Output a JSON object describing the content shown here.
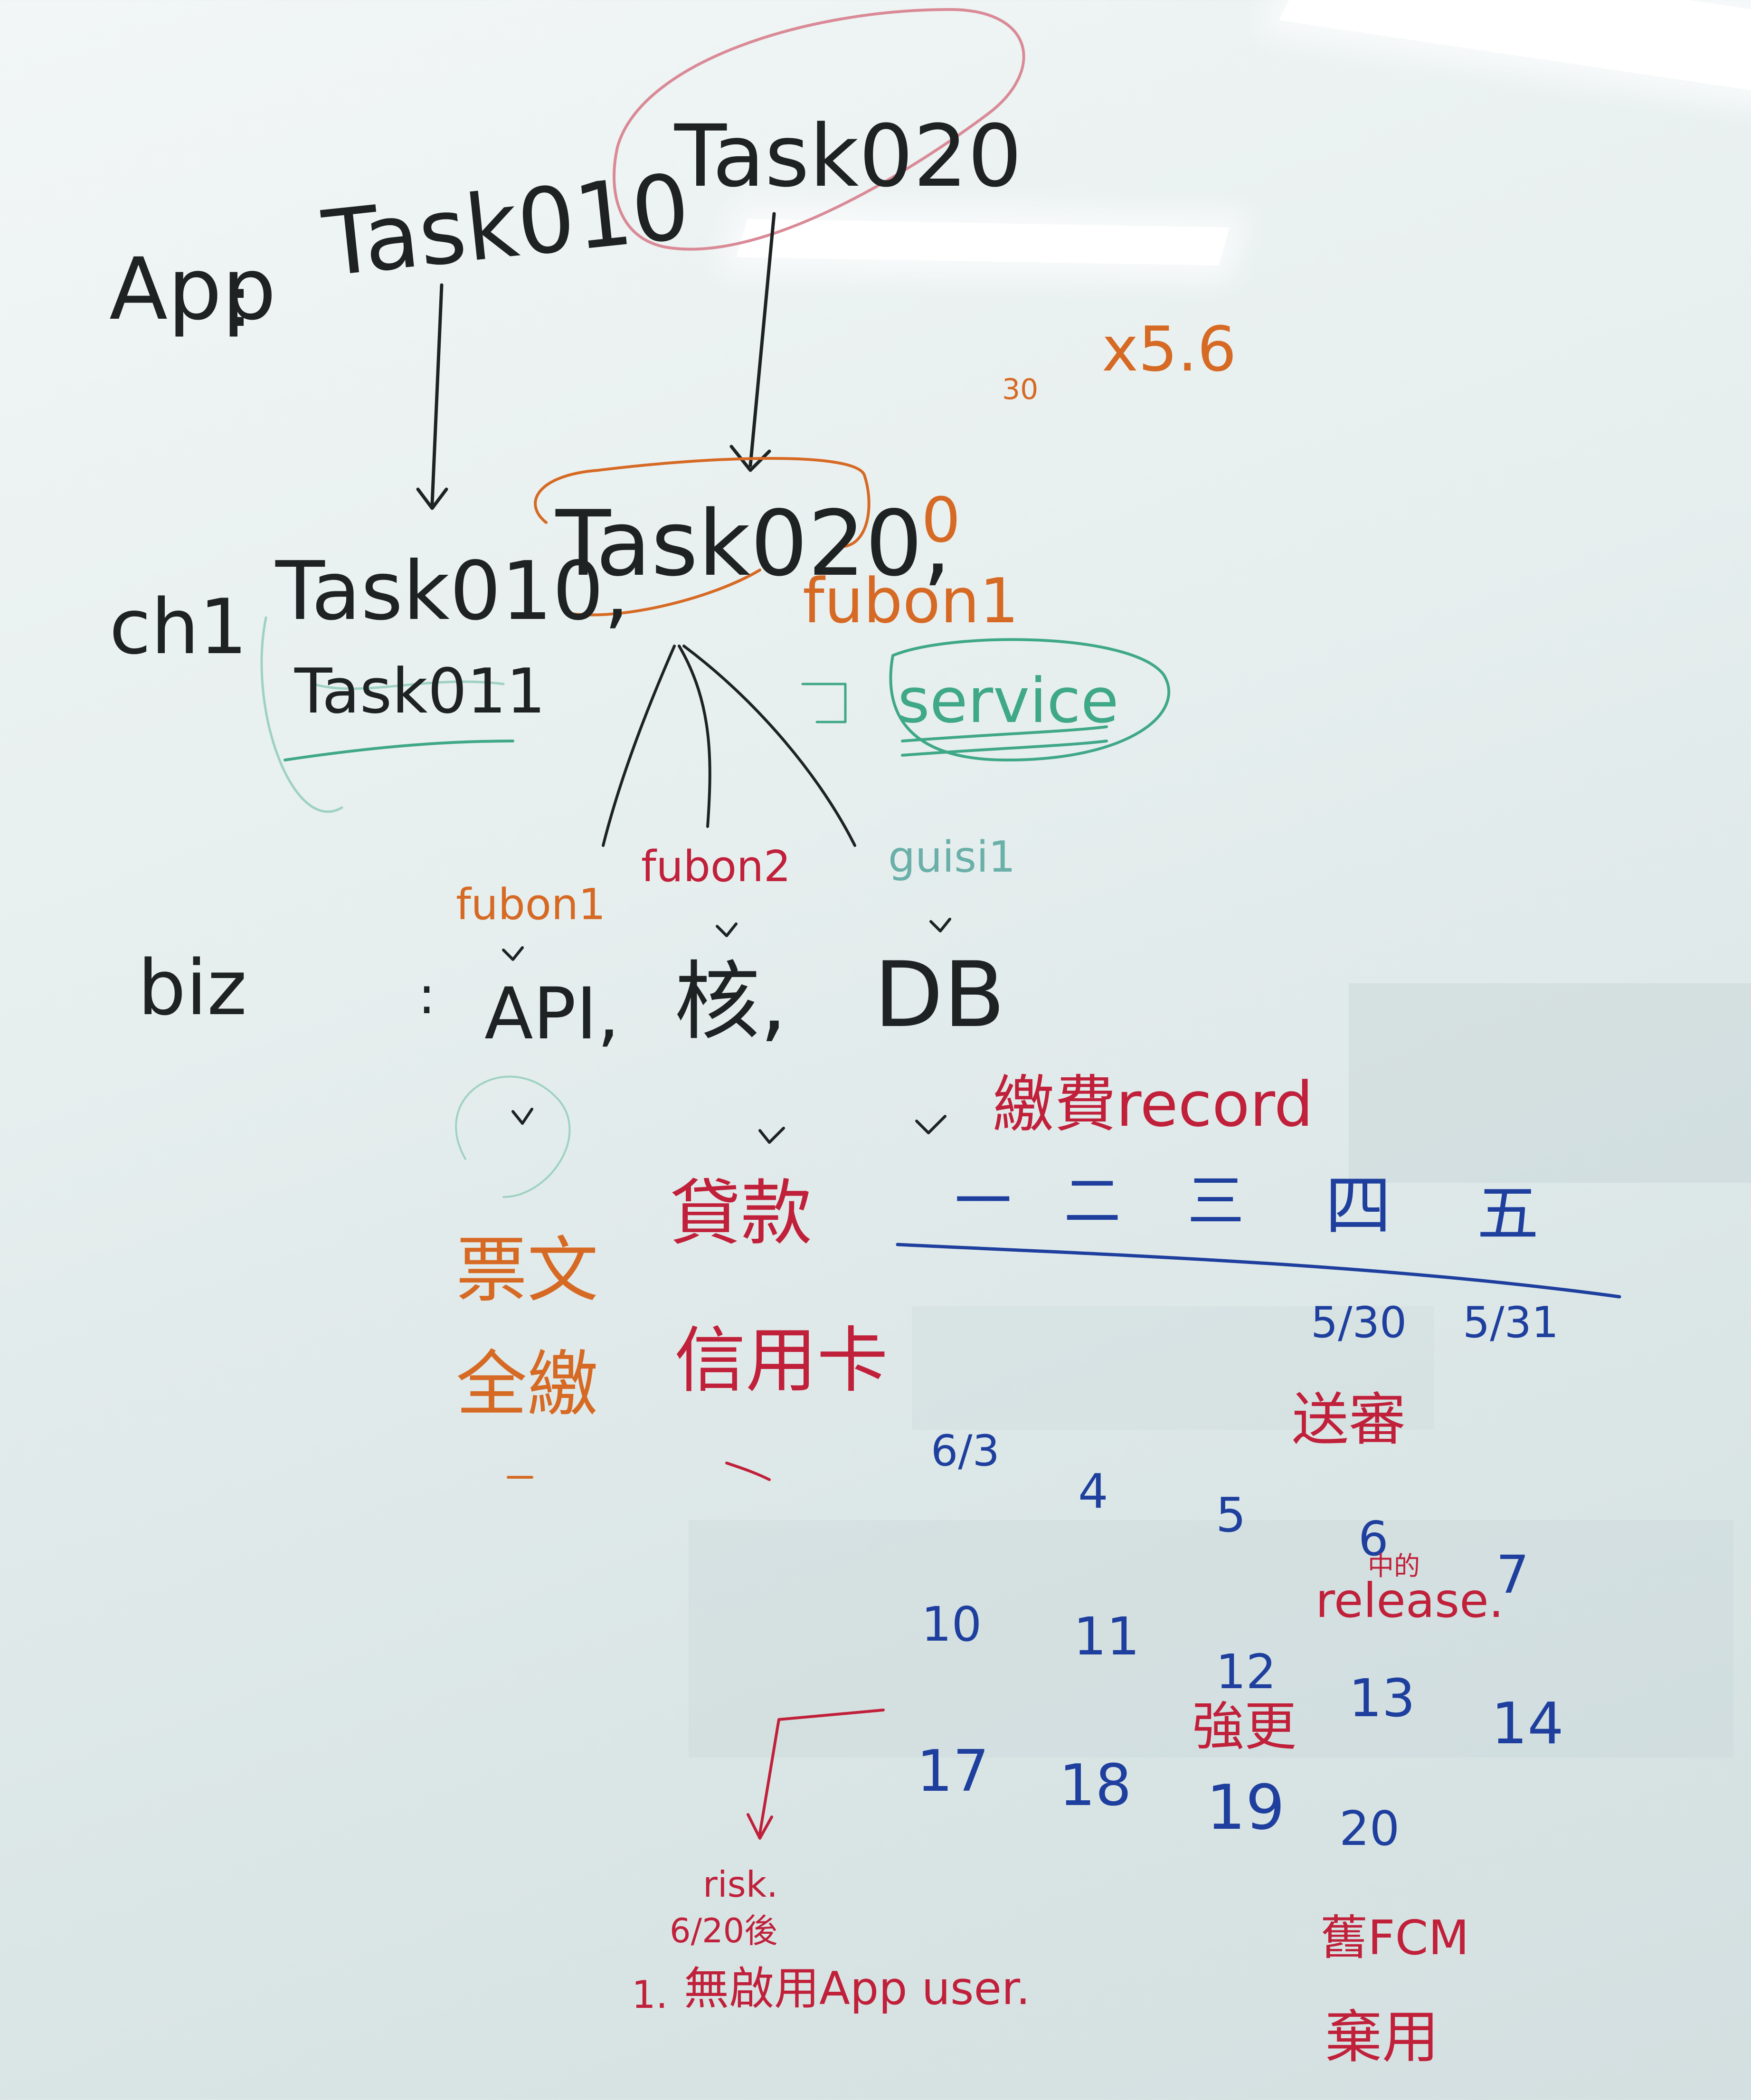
{
  "colors": {
    "black_marker": "#1e2223",
    "orange_marker": "#d66a24",
    "red_marker": "#c0203a",
    "green_marker": "#3fa886",
    "blue_marker": "#1e3f9e"
  },
  "top": {
    "app_label": "App",
    "task010": "Task010",
    "task020": "Task020",
    "note_x56": "x5.6",
    "note_30": "30"
  },
  "ch1": {
    "label": "ch1",
    "task010": "Task010,",
    "task020": "Task020,",
    "zero": "0",
    "task011": "Task011",
    "fubon1": "fubon1",
    "service": "service"
  },
  "biz": {
    "label": "biz",
    "api_label": "fubon1",
    "core_label": "fubon2",
    "db_label": "guisi1",
    "api": "API,",
    "core": "核,",
    "db": "DB",
    "payment_record": "繳費record",
    "api_notes": [
      "票文",
      "全繳"
    ],
    "core_notes": [
      "貸款",
      "信用卡"
    ]
  },
  "calendar": {
    "weekdays": [
      "一",
      "二",
      "三",
      "四",
      "五"
    ],
    "week1": [
      "5/30",
      "5/31"
    ],
    "submit": "送審",
    "week2": [
      "6/3",
      "4",
      "5",
      "6",
      "7"
    ],
    "release_prefix": "中的",
    "release": "release.",
    "week3": [
      "10",
      "11",
      "12",
      "13",
      "14"
    ],
    "force_update": "強更",
    "week4": [
      "17",
      "18",
      "19",
      "20"
    ],
    "old_fcm_line1": "舊FCM",
    "old_fcm_line2": "棄用"
  },
  "risk": {
    "label": "risk.",
    "date": "6/20後",
    "item_number": "1.",
    "item_text": "無啟用App user."
  }
}
